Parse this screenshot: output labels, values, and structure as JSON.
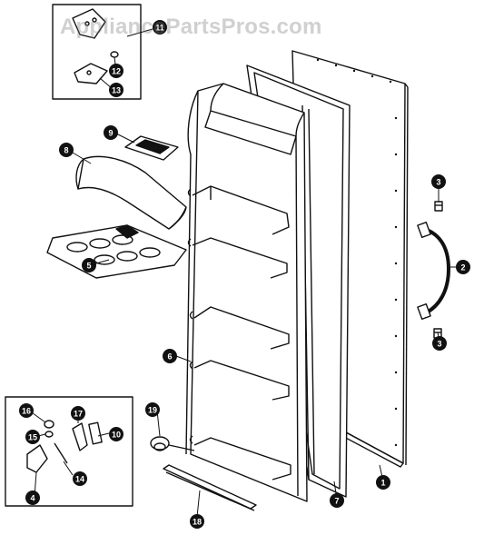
{
  "watermark": "AppliancePartsPros.com",
  "colors": {
    "ink": "#111111",
    "paper": "#ffffff"
  },
  "callouts": [
    {
      "id": "1",
      "label": "1"
    },
    {
      "id": "2",
      "label": "2"
    },
    {
      "id": "3a",
      "label": "3"
    },
    {
      "id": "3b",
      "label": "3"
    },
    {
      "id": "4",
      "label": "4"
    },
    {
      "id": "5",
      "label": "5"
    },
    {
      "id": "6",
      "label": "6"
    },
    {
      "id": "7",
      "label": "7"
    },
    {
      "id": "8",
      "label": "8"
    },
    {
      "id": "9",
      "label": "9"
    },
    {
      "id": "10",
      "label": "10"
    },
    {
      "id": "11",
      "label": "11"
    },
    {
      "id": "12",
      "label": "12"
    },
    {
      "id": "13",
      "label": "13"
    },
    {
      "id": "14",
      "label": "14"
    },
    {
      "id": "15",
      "label": "15"
    },
    {
      "id": "16",
      "label": "16"
    },
    {
      "id": "17",
      "label": "17"
    },
    {
      "id": "18",
      "label": "18"
    },
    {
      "id": "19",
      "label": "19"
    }
  ]
}
